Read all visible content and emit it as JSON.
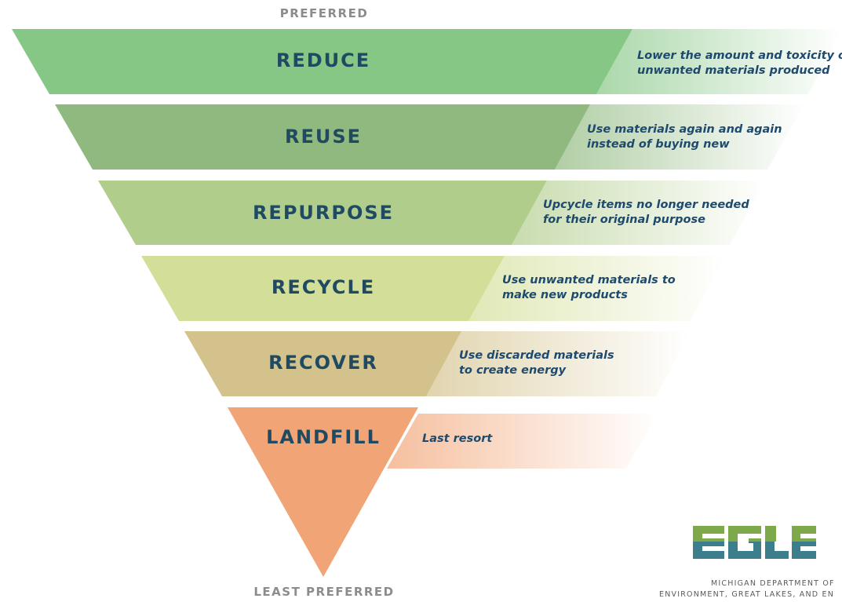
{
  "top_label": "PREFERRED",
  "bottom_label": "LEAST PREFERRED",
  "tiers": [
    {
      "label": "REDUCE",
      "description": [
        "Lower the amount and toxicity of",
        "unwanted materials produced"
      ],
      "color": "#86c785"
    },
    {
      "label": "REUSE",
      "description": [
        "Use materials again and again",
        "instead of buying new"
      ],
      "color": "#8fb97e"
    },
    {
      "label": "REPURPOSE",
      "description": [
        "Upcycle items no longer needed",
        "for their original purpose"
      ],
      "color": "#b1cd8c"
    },
    {
      "label": "RECYCLE",
      "description": [
        "Use unwanted materials to",
        "make new products"
      ],
      "color": "#d3df98"
    },
    {
      "label": "RECOVER",
      "description": [
        "Use discarded materials",
        "to create energy"
      ],
      "color": "#d4c28c"
    },
    {
      "label": "LANDFILL",
      "description": [
        "Last resort"
      ],
      "color": "#f1a475"
    }
  ],
  "logo": {
    "mark": "EGLE",
    "subtitle_line1": "MICHIGAN DEPARTMENT OF",
    "subtitle_line2": "ENVIRONMENT, GREAT LAKES, AND EN",
    "colors": {
      "green": "#7ea94a",
      "blue": "#3d7e8c"
    }
  }
}
